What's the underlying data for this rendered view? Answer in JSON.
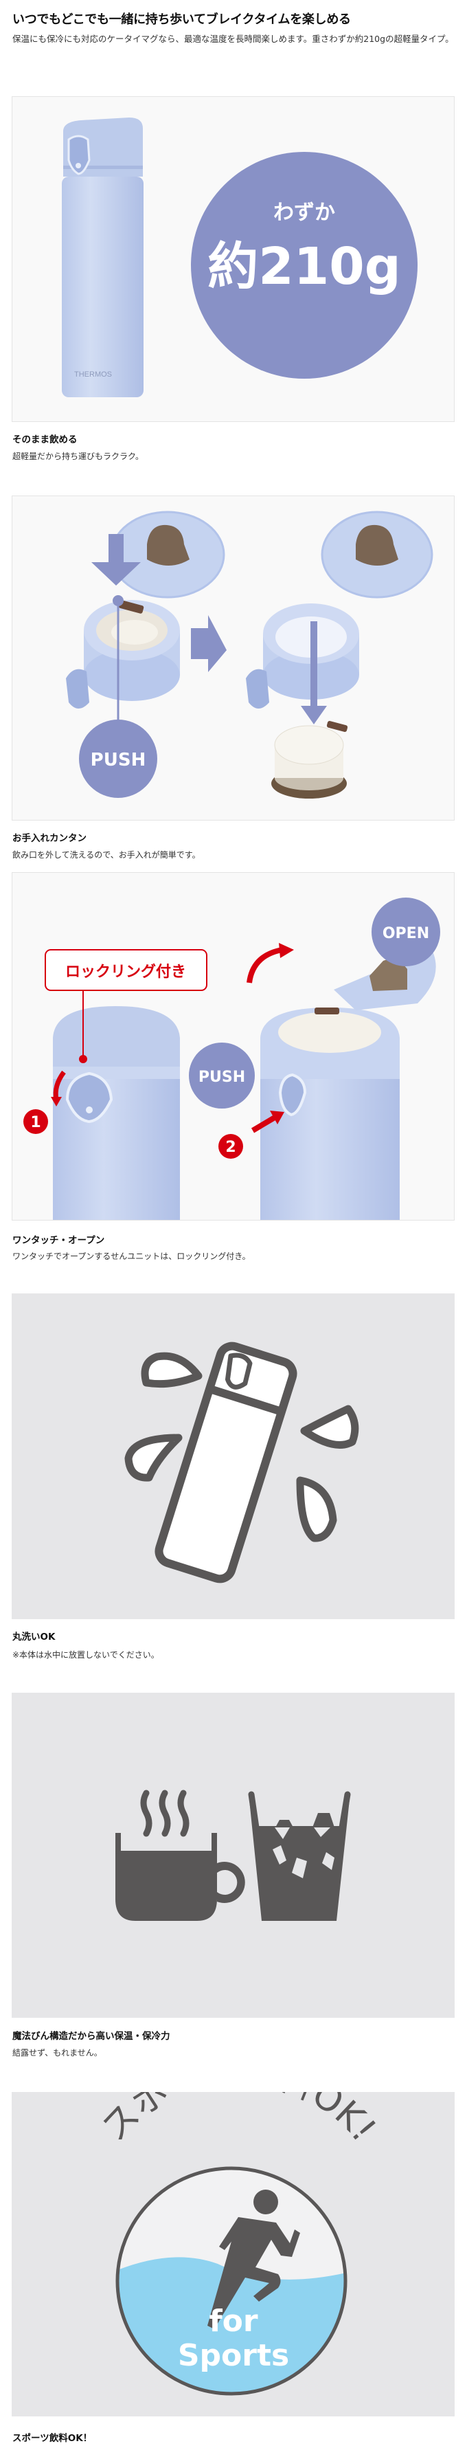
{
  "intro": {
    "title": "いつでもどこでも一緒に持ち歩いてブレイクタイムを楽しめる",
    "desc": "保温にも保冷にも対応のケータイマグなら、最適な温度を長時間楽しめます。重さわずか約210gの超軽量タイプ。"
  },
  "panel1": {
    "brand": "THERMOS",
    "weight_prefix": "わずか",
    "weight_value": "約210g"
  },
  "panel2": {
    "push_label": "PUSH"
  },
  "panel3": {
    "lock_label": "ロックリング付き",
    "step1": "1",
    "step2": "2",
    "push_label": "PUSH",
    "open_label": "OPEN"
  },
  "panel6": {
    "arc_text": "スポーツ飲料OK!",
    "for_label": "for",
    "sports_label": "Sports"
  },
  "sections": [
    {
      "title": "そのまま飲める",
      "sub": "超軽量だから持ち運びもラクラク。"
    },
    {
      "title": "お手入れカンタン",
      "sub": "飲み口を外して洗えるので、お手入れが簡単です。"
    },
    {
      "title": "ワンタッチ・オープン",
      "sub": "ワンタッチでオープンするせんユニットは、ロックリング付き。"
    },
    {
      "title": "丸洗いOK",
      "sub": "※本体は水中に放置しないでください。"
    },
    {
      "title": "魔法びん構造だから高い保温・保冷力",
      "sub": "結露せず、もれません。"
    },
    {
      "title": "スポーツ飲料OK！"
    }
  ],
  "colors": {
    "accent_purple": "#8891c6",
    "bottle_blue": "#c7d5f0",
    "brown": "#7a6553",
    "red": "#d7000f",
    "icon_gray": "#595757",
    "sports_blue": "#8fd3f0"
  }
}
